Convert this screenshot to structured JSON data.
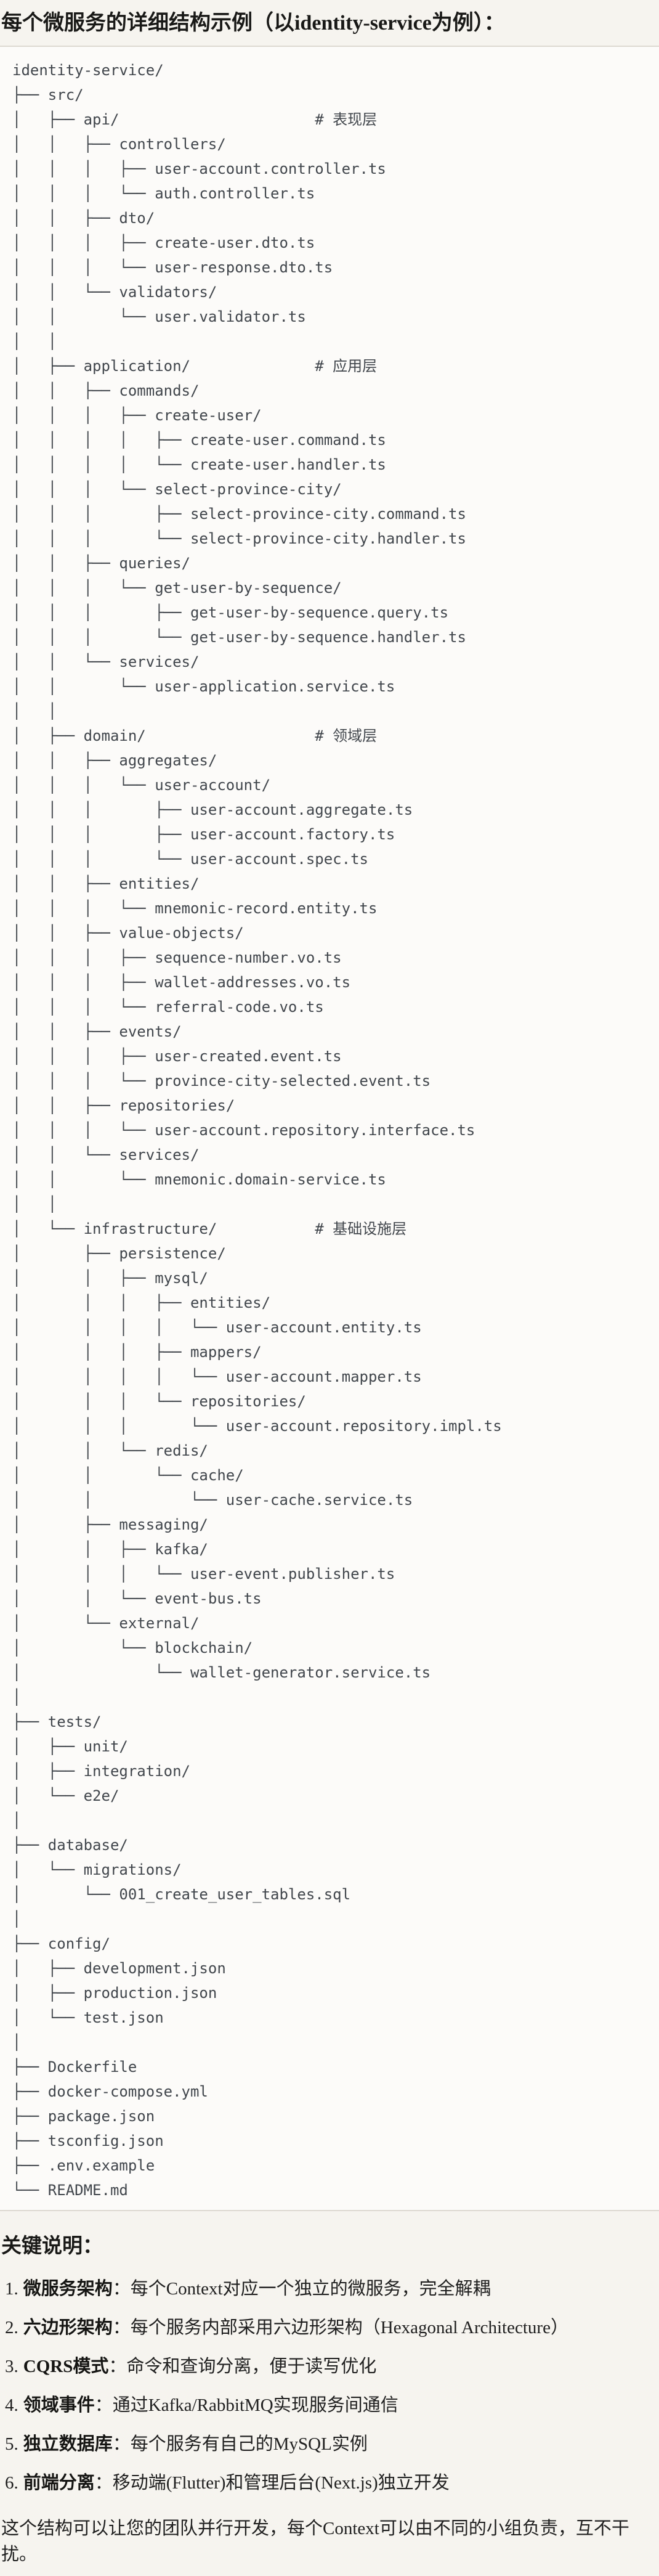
{
  "page": {
    "title": "每个微服务的详细结构示例（以identity-service为例）："
  },
  "tree": {
    "language": "plaintext",
    "comment_labels": [
      "# 表现层",
      "# 应用层",
      "# 领域层",
      "# 基础设施层"
    ],
    "lines": [
      "identity-service/",
      "├── src/",
      "│   ├── api/                      # 表现层",
      "│   │   ├── controllers/",
      "│   │   │   ├── user-account.controller.ts",
      "│   │   │   └── auth.controller.ts",
      "│   │   ├── dto/",
      "│   │   │   ├── create-user.dto.ts",
      "│   │   │   └── user-response.dto.ts",
      "│   │   └── validators/",
      "│   │       └── user.validator.ts",
      "│   │",
      "│   ├── application/              # 应用层",
      "│   │   ├── commands/",
      "│   │   │   ├── create-user/",
      "│   │   │   │   ├── create-user.command.ts",
      "│   │   │   │   └── create-user.handler.ts",
      "│   │   │   └── select-province-city/",
      "│   │   │       ├── select-province-city.command.ts",
      "│   │   │       └── select-province-city.handler.ts",
      "│   │   ├── queries/",
      "│   │   │   └── get-user-by-sequence/",
      "│   │   │       ├── get-user-by-sequence.query.ts",
      "│   │   │       └── get-user-by-sequence.handler.ts",
      "│   │   └── services/",
      "│   │       └── user-application.service.ts",
      "│   │",
      "│   ├── domain/                   # 领域层",
      "│   │   ├── aggregates/",
      "│   │   │   └── user-account/",
      "│   │   │       ├── user-account.aggregate.ts",
      "│   │   │       ├── user-account.factory.ts",
      "│   │   │       └── user-account.spec.ts",
      "│   │   ├── entities/",
      "│   │   │   └── mnemonic-record.entity.ts",
      "│   │   ├── value-objects/",
      "│   │   │   ├── sequence-number.vo.ts",
      "│   │   │   ├── wallet-addresses.vo.ts",
      "│   │   │   └── referral-code.vo.ts",
      "│   │   ├── events/",
      "│   │   │   ├── user-created.event.ts",
      "│   │   │   └── province-city-selected.event.ts",
      "│   │   ├── repositories/",
      "│   │   │   └── user-account.repository.interface.ts",
      "│   │   └── services/",
      "│   │       └── mnemonic.domain-service.ts",
      "│   │",
      "│   └── infrastructure/           # 基础设施层",
      "│       ├── persistence/",
      "│       │   ├── mysql/",
      "│       │   │   ├── entities/",
      "│       │   │   │   └── user-account.entity.ts",
      "│       │   │   ├── mappers/",
      "│       │   │   │   └── user-account.mapper.ts",
      "│       │   │   └── repositories/",
      "│       │   │       └── user-account.repository.impl.ts",
      "│       │   └── redis/",
      "│       │       └── cache/",
      "│       │           └── user-cache.service.ts",
      "│       ├── messaging/",
      "│       │   ├── kafka/",
      "│       │   │   └── user-event.publisher.ts",
      "│       │   └── event-bus.ts",
      "│       └── external/",
      "│           └── blockchain/",
      "│               └── wallet-generator.service.ts",
      "│",
      "├── tests/",
      "│   ├── unit/",
      "│   ├── integration/",
      "│   └── e2e/",
      "│",
      "├── database/",
      "│   └── migrations/",
      "│       └── 001_create_user_tables.sql",
      "│",
      "├── config/",
      "│   ├── development.json",
      "│   ├── production.json",
      "│   └── test.json",
      "│",
      "├── Dockerfile",
      "├── docker-compose.yml",
      "├── package.json",
      "├── tsconfig.json",
      "├── .env.example",
      "└── README.md"
    ]
  },
  "notes": {
    "heading": "关键说明：",
    "items": [
      {
        "num": "1.",
        "label": "微服务架构",
        "text": "：每个Context对应一个独立的微服务，完全解耦"
      },
      {
        "num": "2.",
        "label": "六边形架构",
        "text": "：每个服务内部采用六边形架构（Hexagonal Architecture）"
      },
      {
        "num": "3.",
        "label": "CQRS模式",
        "text": "：命令和查询分离，便于读写优化"
      },
      {
        "num": "4.",
        "label": "领域事件",
        "text": "：通过Kafka/RabbitMQ实现服务间通信"
      },
      {
        "num": "5.",
        "label": "独立数据库",
        "text": "：每个服务有自己的MySQL实例"
      },
      {
        "num": "6.",
        "label": "前端分离",
        "text": "：移动端(Flutter)和管理后台(Next.js)独立开发"
      }
    ],
    "footer": "这个结构可以让您的团队并行开发，每个Context可以由不同的小组负责，互不干扰。"
  },
  "colors": {
    "page_background": "#f6f4ef",
    "code_background": "#fcfbf9",
    "code_border": "#ddd9d1",
    "code_text": "#41464c",
    "heading_text": "#191917",
    "body_text": "#202020"
  }
}
